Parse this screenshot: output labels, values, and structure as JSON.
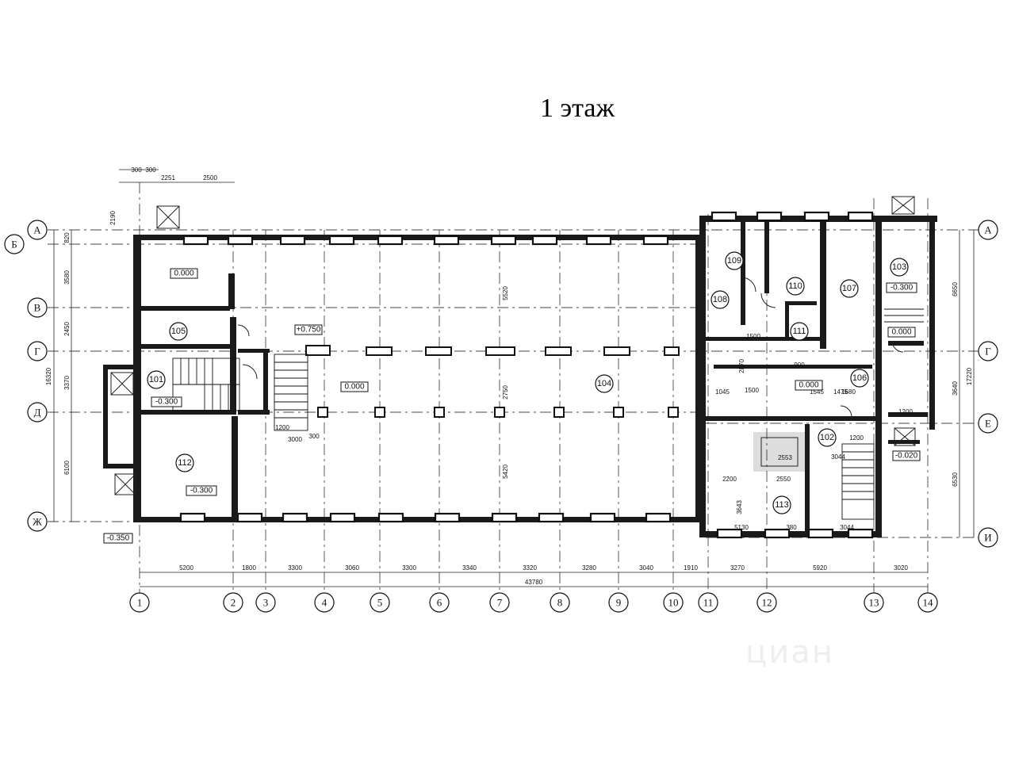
{
  "title": "1 этаж",
  "watermark": "циан",
  "axes": {
    "numbers": [
      "1",
      "2",
      "3",
      "4",
      "5",
      "6",
      "7",
      "8",
      "9",
      "10",
      "11",
      "12",
      "13",
      "14"
    ],
    "letters_left": [
      "А",
      "Б",
      "В",
      "Г",
      "Д",
      "Ж"
    ],
    "letters_right": [
      "А",
      "Г",
      "Е",
      "И"
    ]
  },
  "bottom_dimensions": [
    "5200",
    "1800",
    "3300",
    "3060",
    "3300",
    "3340",
    "3320",
    "3280",
    "3040",
    "1910",
    "3270",
    "5920",
    "3020"
  ],
  "overall_length": "43780",
  "left_dimensions": [
    "16320",
    "820",
    "3580",
    "2450",
    "3370",
    "6100"
  ],
  "right_dimensions": [
    "17220",
    "6650",
    "3640",
    "6530"
  ],
  "top_dimensions": [
    "300",
    "300",
    "2251",
    "2500",
    "2190"
  ],
  "rooms": {
    "r101": "101",
    "r102": "102",
    "r103": "103",
    "r104": "104",
    "r105": "105",
    "r106": "106",
    "r107": "107",
    "r108": "108",
    "r109": "109",
    "r110": "110",
    "r111": "111",
    "r112": "112",
    "r113": "113"
  },
  "levels": {
    "l_a": "0.000",
    "l_b": "+0.750",
    "l_c": "0.000",
    "l_d": "-0.300",
    "l_e": "-0.300",
    "l_f": "0.000",
    "l_g": "-0.300",
    "l_h": "0.000",
    "l_i": "-0.020",
    "l_j": "-0.350"
  },
  "inner_dimensions": [
    "5520",
    "2750",
    "5420",
    "1200",
    "3000",
    "300",
    "1500",
    "2870",
    "1045",
    "1545",
    "1475",
    "1680",
    "1200",
    "2200",
    "2550",
    "3044",
    "5130",
    "380",
    "2553",
    "3643",
    "3044",
    "1200",
    "900",
    "1500"
  ]
}
